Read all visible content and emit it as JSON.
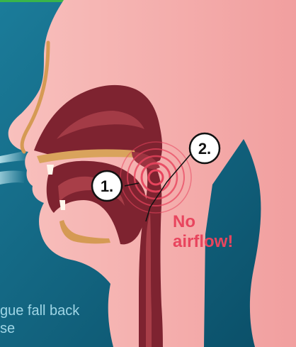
{
  "markers": [
    {
      "label": "1."
    },
    {
      "label": "2."
    }
  ],
  "warning": {
    "line1": "No",
    "line2": "airflow!"
  },
  "caption": {
    "line1": "gue fall back",
    "line2": "se"
  },
  "colors": {
    "background": "#0f5f7c",
    "skin": "#f6b3b1",
    "tissue": "#7e2330",
    "bone": "#c8964c",
    "blockage": "#e8455e",
    "frame_top": "#39b54a"
  }
}
